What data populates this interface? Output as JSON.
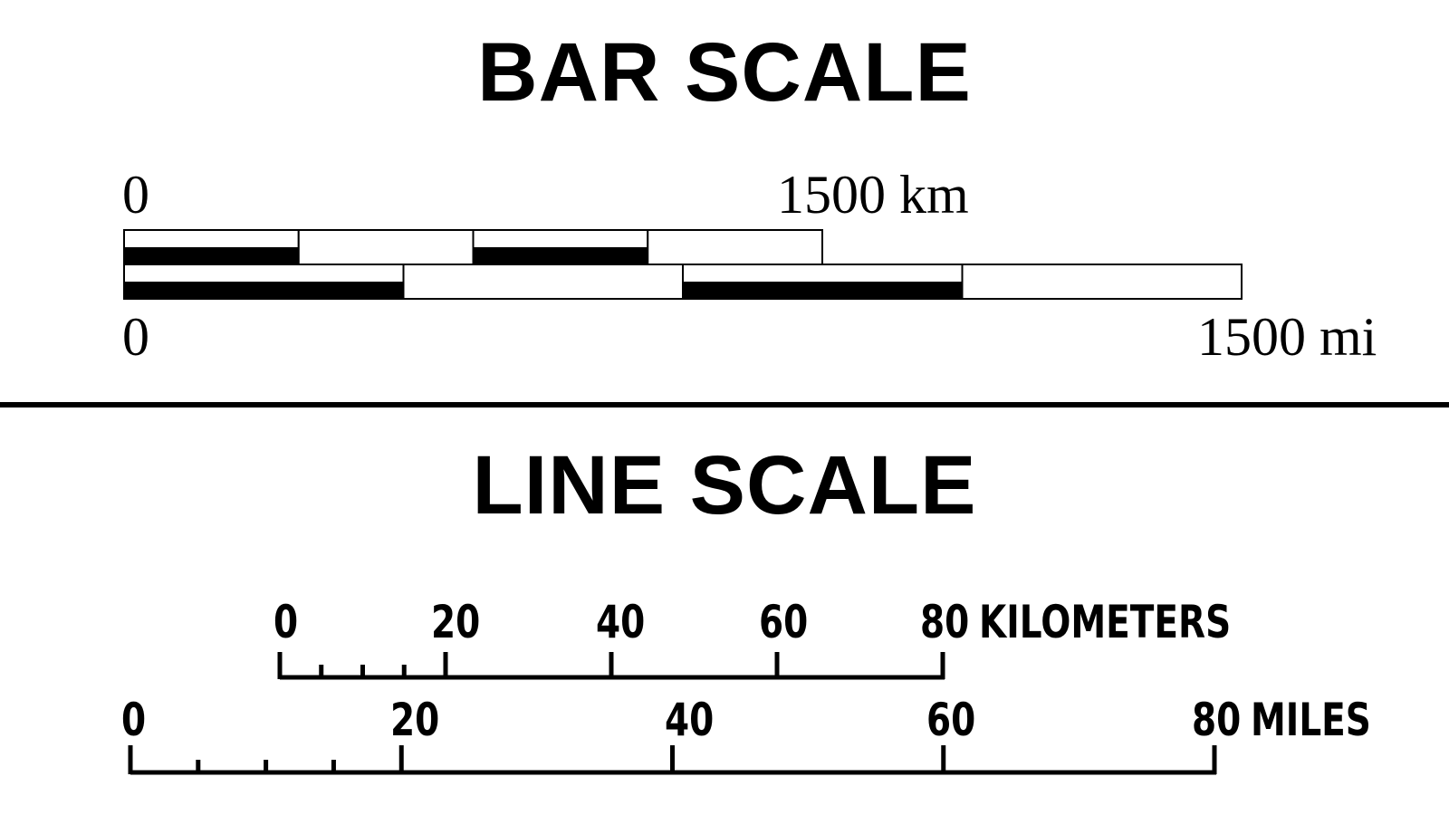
{
  "bar_scale": {
    "title": "BAR SCALE",
    "km": {
      "start_label": "0",
      "end_label": "1500 km",
      "max": 1500,
      "divisions": 4
    },
    "mi": {
      "start_label": "0",
      "end_label": "1500 mi",
      "max": 1500,
      "divisions": 4
    }
  },
  "line_scale": {
    "title": "LINE SCALE",
    "km": {
      "labels": [
        "0",
        "20",
        "40",
        "60",
        "80"
      ],
      "unit": "KILOMETERS",
      "max": 80,
      "minor_ticks": 3
    },
    "mi": {
      "labels": [
        "0",
        "20",
        "40",
        "60",
        "80"
      ],
      "unit": "MILES",
      "max": 80,
      "minor_ticks": 3
    }
  },
  "colors": {
    "ink": "#000000",
    "paper": "#ffffff"
  }
}
